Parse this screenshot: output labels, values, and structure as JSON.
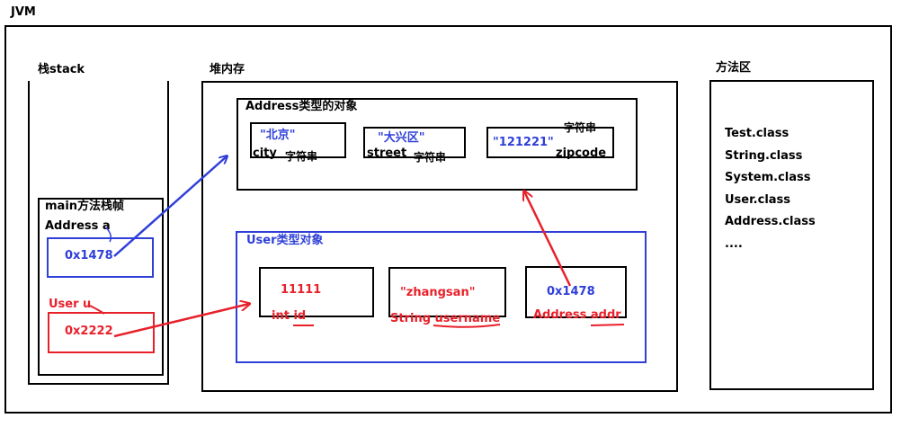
{
  "jvm_title": "JVM",
  "stack": {
    "title": "栈stack"
  },
  "frame": {
    "title": "main方法栈帧",
    "var_a_label": "Address a",
    "var_a_value": "0x1478",
    "var_u_label": "User u",
    "var_u_value": "0x2222"
  },
  "heap": {
    "title": "堆内存"
  },
  "address_object": {
    "title": "Address类型的对象",
    "city_value": "\"北京\"",
    "city_name": "city",
    "city_type": "字符串",
    "street_value": "\"大兴区\"",
    "street_name": "street",
    "street_type": "字符串",
    "zipcode_value": "\"121221\"",
    "zipcode_type": "字符串",
    "zipcode_name": "zipcode"
  },
  "user_object": {
    "title": "User类型对象",
    "id_value": "11111",
    "id_name": "int id",
    "username_value": "\"zhangsan\"",
    "username_name": "String username",
    "addr_value": "0x1478",
    "addr_name": "Address addr"
  },
  "method_area": {
    "title": "方法区",
    "classes": [
      "Test.class",
      "String.class",
      "System.class",
      "User.class",
      "Address.class",
      "...."
    ]
  },
  "colors": {
    "blue": "#2f3fd8",
    "red": "#e8202a",
    "black": "#000000"
  }
}
